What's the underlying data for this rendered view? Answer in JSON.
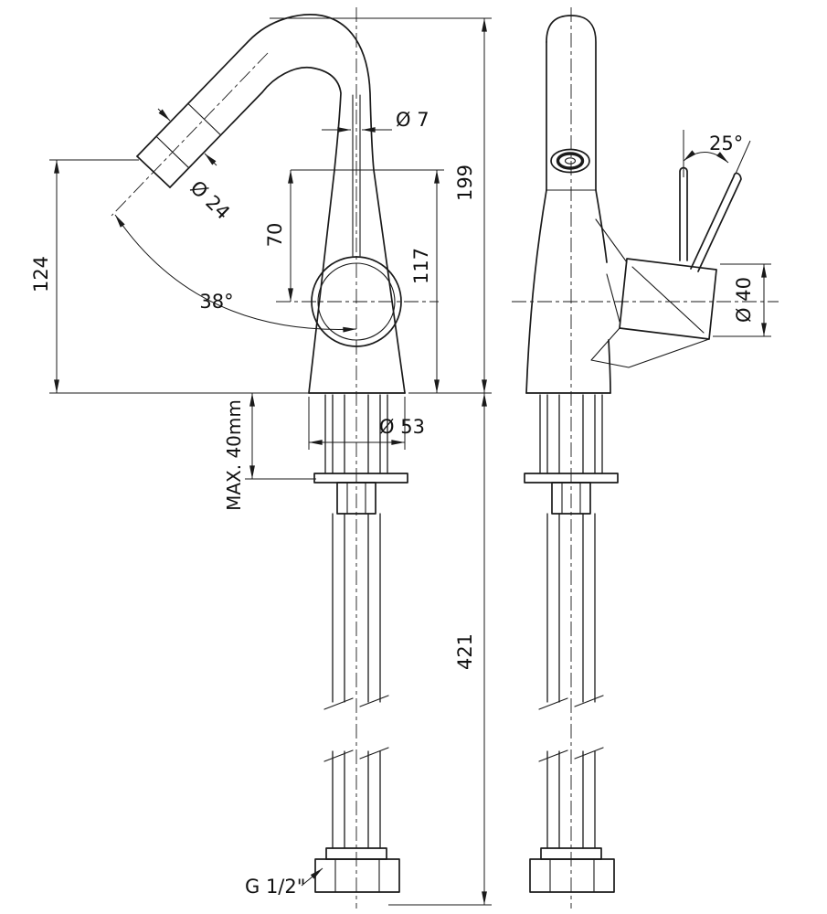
{
  "drawing": {
    "colors": {
      "line": "#1a1a1a",
      "background": "#ffffff"
    },
    "labels": {
      "stem_dia": "Ø 7",
      "spout_dia": "Ø 24",
      "spout_height": "70",
      "outlet_height": "117",
      "total_height": "199",
      "left_height": "124",
      "spout_angle": "38°",
      "handle_angle": "25°",
      "handle_dia": "Ø 40",
      "base_dia": "Ø 53",
      "max_deck": "MAX. 40mm",
      "install_length": "421",
      "thread": "G 1/2\""
    }
  }
}
